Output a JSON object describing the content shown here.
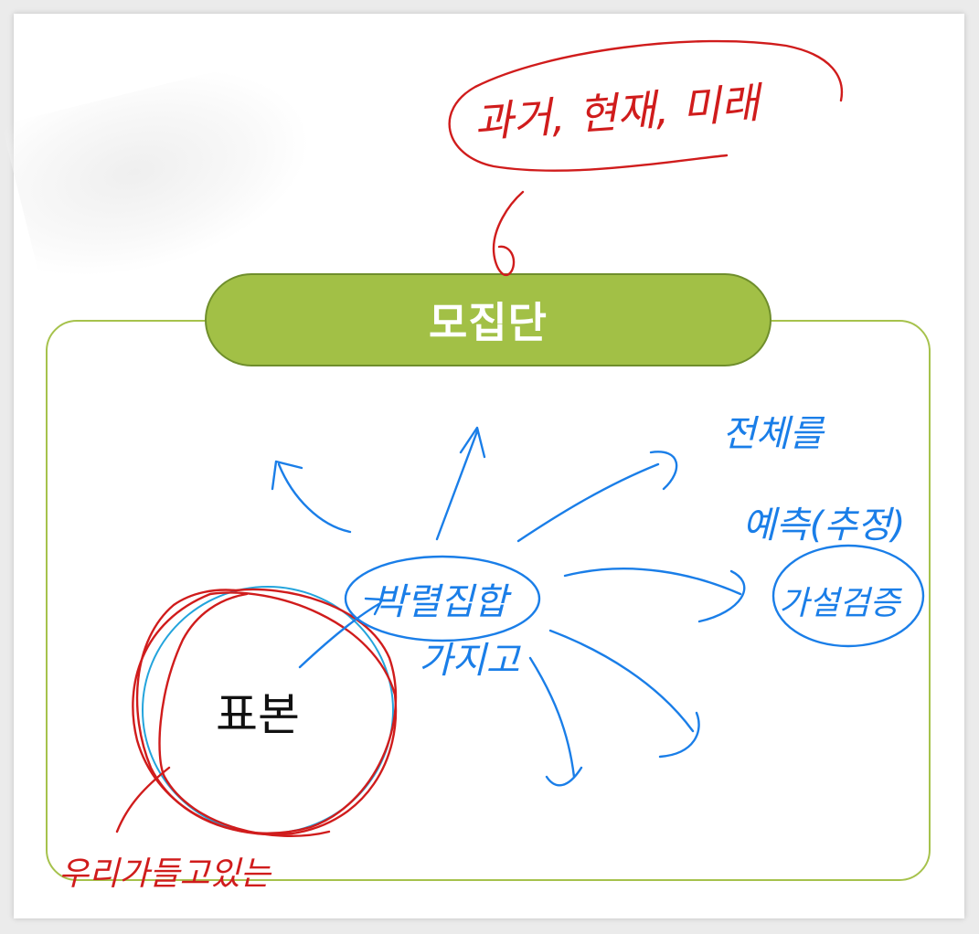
{
  "population_label": "모집단",
  "sample_label": "표본",
  "annotations": {
    "time_note": "과거, 현재, 미래",
    "middle_note_line1": "박렬집합",
    "middle_note_line2": "가지고",
    "right_note_line1": "전체를",
    "right_note_line2": "예측(추정)",
    "right_note_line3": "가설검증",
    "bottom_note": "우리가들고있는"
  },
  "colors": {
    "banner_fill": "#a2c046",
    "frame_border": "#a6c24c",
    "sample_circle": "#23a4dc",
    "red_ink": "#d01c1c",
    "blue_ink": "#1a7ee8"
  }
}
